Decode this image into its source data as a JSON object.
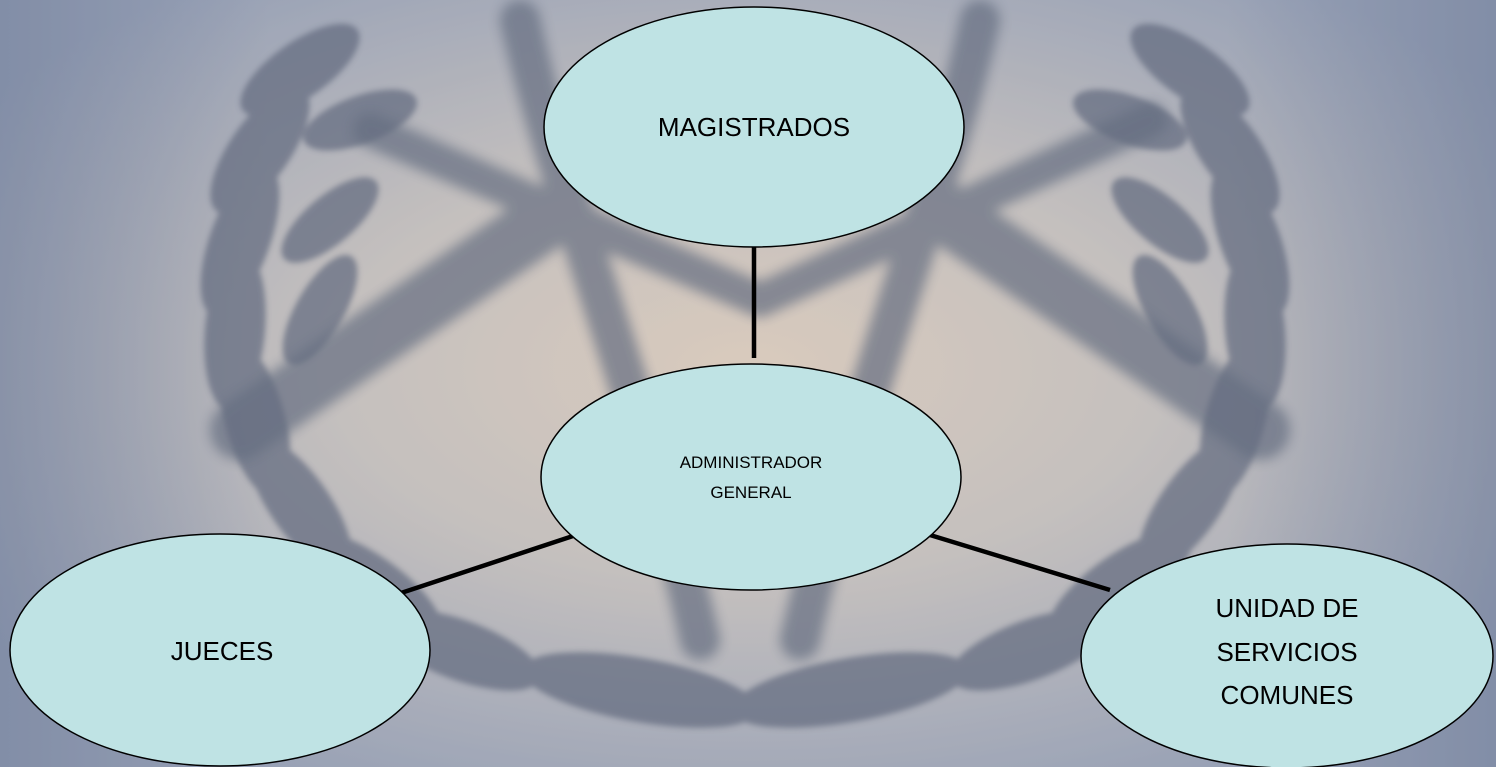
{
  "diagram": {
    "colors": {
      "node_fill": "#bfe3e4",
      "node_stroke": "#000000",
      "connector": "#000000",
      "background_base": "#9aa3b8",
      "background_emblem": "#414a5f",
      "background_glow": "#d8c6b3"
    },
    "nodes": {
      "magistrados": {
        "label": "MAGISTRADOS"
      },
      "administrador": {
        "lines": [
          "ADMINISTRADOR",
          "GENERAL"
        ]
      },
      "jueces": {
        "label": "JUECES"
      },
      "unidad": {
        "lines": [
          "UNIDAD DE",
          "SERVICIOS",
          "COMUNES"
        ]
      }
    },
    "edges": [
      {
        "from": "administrador",
        "to": "magistrados"
      },
      {
        "from": "administrador",
        "to": "jueces"
      },
      {
        "from": "administrador",
        "to": "unidad"
      }
    ]
  }
}
